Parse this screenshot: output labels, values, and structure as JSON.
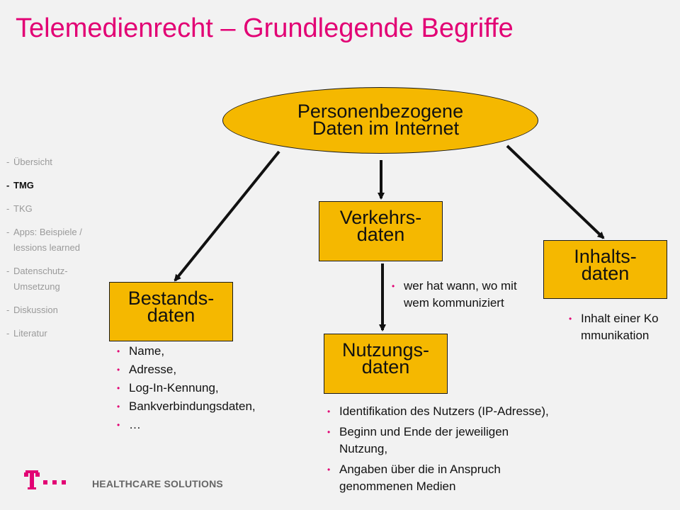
{
  "title": "Telemedienrecht – Grundlegende Begriffe",
  "sidebar": {
    "items": [
      {
        "label": "Übersicht"
      },
      {
        "label": "TMG"
      },
      {
        "label": "TKG"
      },
      {
        "label": "Apps: Beispiele / lessions learned"
      },
      {
        "label": "Datenschutz-Umsetzung"
      },
      {
        "label": "Diskussion"
      },
      {
        "label": "Literatur"
      }
    ],
    "active": "TMG"
  },
  "diagram": {
    "root": "Personenbezogene\n  Daten im Internet",
    "nodes": {
      "verkehr": {
        "label": "Verkehrs-\ndaten",
        "bullets": [
          "wer hat wann, wo mit wem kommuniziert"
        ]
      },
      "bestand": {
        "label": "Bestands-\ndaten",
        "bullets": [
          "Name,",
          "Adresse,",
          "Log-In-Kennung,",
          "Bankverbindungsdaten,",
          "…"
        ]
      },
      "nutzung": {
        "label": "Nutzungs-\ndaten",
        "bullets": [
          "Identifikation des Nutzers (IP-Adresse),",
          "Beginn und Ende der jeweiligen Nutzung,",
          "Angaben über die in Anspruch genommenen Medien"
        ]
      },
      "inhalt": {
        "label": "Inhalts-\ndaten",
        "bullets": [
          "Inhalt einer Kommunikation"
        ]
      }
    },
    "edges": [
      {
        "from": "root",
        "to": "bestand"
      },
      {
        "from": "root",
        "to": "verkehr"
      },
      {
        "from": "root",
        "to": "inhalt"
      },
      {
        "from": "verkehr",
        "to": "nutzung"
      }
    ]
  },
  "footer": {
    "brand": "HEALTHCARE SOLUTIONS",
    "logo_icon": "telekom-t-logo"
  },
  "colors": {
    "accent": "#e20074",
    "node_fill": "#f5b800",
    "background": "#f2f2f2"
  }
}
